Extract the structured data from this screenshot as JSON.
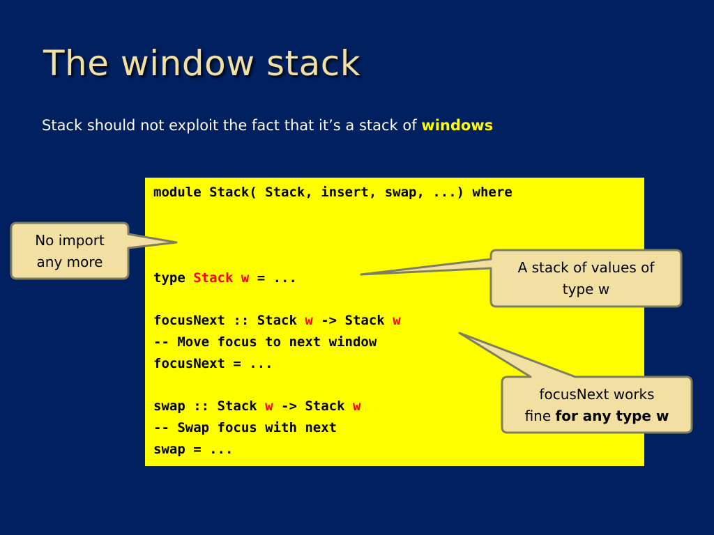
{
  "slide": {
    "title": "The window stack",
    "subtitle": {
      "prefix": "Stack should not exploit the fact that it’s a stack of ",
      "highlight": "windows"
    }
  },
  "code": {
    "line1": "module Stack( Stack, insert, swap, ...) where",
    "type_kw": "type ",
    "type_stack": "Stack w",
    "type_rest": " = ...",
    "focus_sig_a": "focusNext :: Stack ",
    "focus_sig_w1": "w",
    "focus_sig_b": " -> Stack ",
    "focus_sig_w2": "w",
    "focus_comment": "-- Move focus to next window",
    "focus_def": "focusNext = ...",
    "swap_sig_a": "swap :: Stack ",
    "swap_sig_w1": "w",
    "swap_sig_b": " -> Stack ",
    "swap_sig_w2": "w",
    "swap_comment": "-- Swap focus with next",
    "swap_def": "swap = ..."
  },
  "callouts": {
    "no_import": {
      "line1": "No import",
      "line2": "any more"
    },
    "stack_values": {
      "line1": "A stack of values of",
      "line2": "type w"
    },
    "focus_works": {
      "line1": "focusNext works",
      "line2_plain": "fine ",
      "line2_bold": "for any type w"
    }
  },
  "colors": {
    "background": "#00205f",
    "title": "#f2e0a2",
    "code_box": "#ffff00",
    "highlight": "#ffff00",
    "type_var": "#ff0000",
    "callout_fill": "#f2e0a2",
    "callout_border": "#7f7f5f"
  }
}
